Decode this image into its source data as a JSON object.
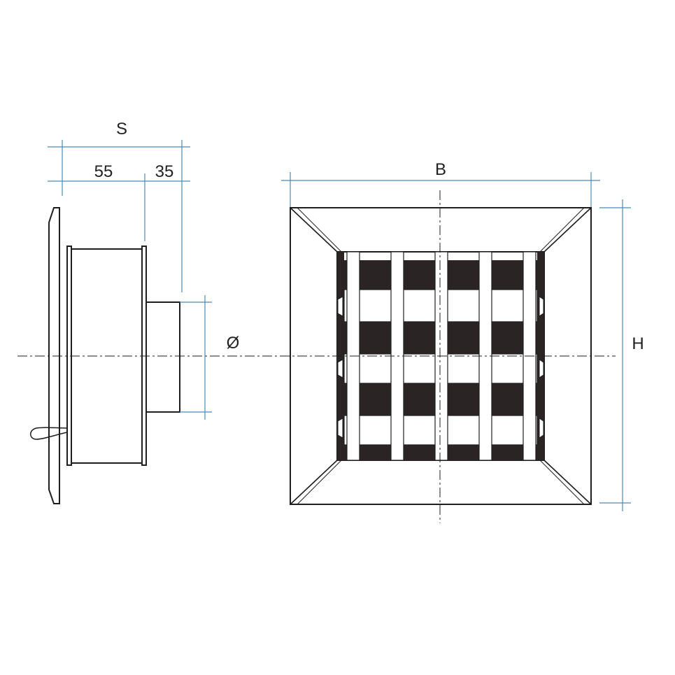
{
  "labels": {
    "s": "S",
    "d55": "55",
    "d35": "35",
    "diameter": "Ø",
    "b": "B",
    "h": "H"
  },
  "colors": {
    "outline": "#1e1e1e",
    "dimension": "#4a8bb5",
    "slot_dark": "#2a2424",
    "background": "#ffffff"
  }
}
